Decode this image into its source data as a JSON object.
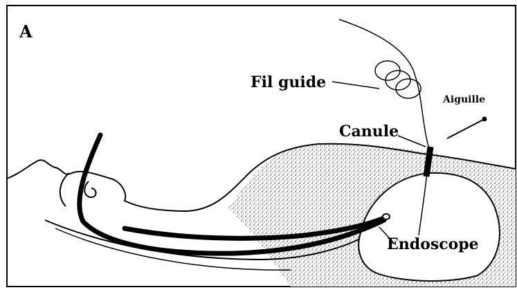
{
  "figure": {
    "panel_label": "A",
    "labels": {
      "guide_wire": "Fil guide",
      "needle": "Aiguille",
      "cannula": "Canule",
      "endoscope": "Endoscope"
    }
  }
}
